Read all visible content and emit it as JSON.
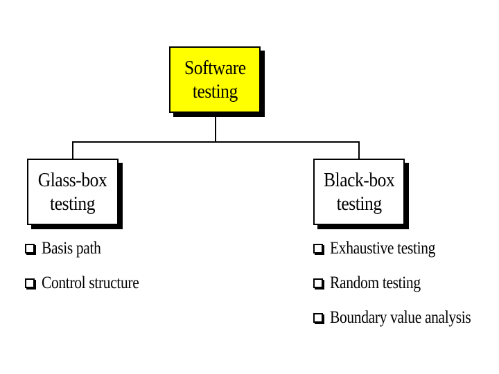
{
  "colors": {
    "root_fill": "#ffff00",
    "box_fill": "#ffffff",
    "line": "#000000"
  },
  "root": {
    "line1": "Software",
    "line2": "testing"
  },
  "glass_box": {
    "line1": "Glass-box",
    "line2": "testing",
    "items": [
      "Basis path",
      "Control structure"
    ]
  },
  "black_box": {
    "line1": "Black-box",
    "line2": "testing",
    "items": [
      "Exhaustive testing",
      "Random testing",
      "Boundary value analysis"
    ]
  },
  "bullet_icon": "checkbox-icon"
}
